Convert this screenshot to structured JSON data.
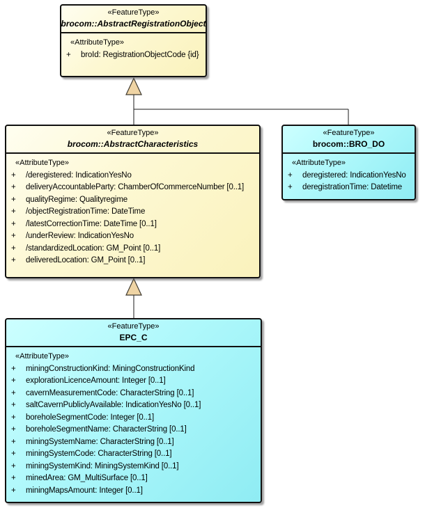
{
  "colors": {
    "yellow_fill": "#FBF5C6",
    "cyan_fill": "#A5F4F9",
    "border": "#101010",
    "arrow_fill": "#EFD4A4",
    "line": "#1A1A1A"
  },
  "classes": [
    {
      "stereotype": "«FeatureType»",
      "name": "brocom::AbstractRegistrationObject",
      "abstract": true,
      "attributes_label": "«AttributeType»",
      "attributes": [
        {
          "vis": "+",
          "text": "broId: RegistrationObjectCode {id}"
        }
      ]
    },
    {
      "stereotype": "«FeatureType»",
      "name": "brocom::AbstractCharacteristics",
      "abstract": true,
      "attributes_label": "«AttributeType»",
      "attributes": [
        {
          "vis": "+",
          "text": "/deregistered: IndicationYesNo"
        },
        {
          "vis": "+",
          "text": "deliveryAccountableParty: ChamberOfCommerceNumber [0..1]"
        },
        {
          "vis": "+",
          "text": "qualityRegime: Qualityregime"
        },
        {
          "vis": "+",
          "text": "/objectRegistrationTime: DateTime"
        },
        {
          "vis": "+",
          "text": "/latestCorrectionTime: DateTime [0..1]"
        },
        {
          "vis": "+",
          "text": "/underReview: IndicationYesNo"
        },
        {
          "vis": "+",
          "text": "/standardizedLocation: GM_Point [0..1]"
        },
        {
          "vis": "+",
          "text": "deliveredLocation: GM_Point [0..1]"
        }
      ]
    },
    {
      "stereotype": "«FeatureType»",
      "name": "brocom::BRO_DO",
      "abstract": false,
      "attributes_label": "«AttributeType»",
      "attributes": [
        {
          "vis": "+",
          "text": "deregistered: IndicationYesNo"
        },
        {
          "vis": "+",
          "text": "deregistrationTime: Datetime"
        }
      ]
    },
    {
      "stereotype": "«FeatureType»",
      "name": "EPC_C",
      "abstract": false,
      "attributes_label": "«AttributeType»",
      "attributes": [
        {
          "vis": "+",
          "text": "miningConstructionKind: MiningConstructionKind"
        },
        {
          "vis": "+",
          "text": "explorationLicenceAmount: Integer [0..1]"
        },
        {
          "vis": "+",
          "text": "cavernMeasurementCode: CharacterString [0..1]"
        },
        {
          "vis": "+",
          "text": "saltCavernPubliclyAvailable: IndicationYesNo [0..1]"
        },
        {
          "vis": "+",
          "text": "boreholeSegmentCode: Integer [0..1]"
        },
        {
          "vis": "+",
          "text": "boreholeSegmentName: CharacterString [0..1]"
        },
        {
          "vis": "+",
          "text": "miningSystemName: CharacterString [0..1]"
        },
        {
          "vis": "+",
          "text": "miningSystemCode: CharacterString [0..1]"
        },
        {
          "vis": "+",
          "text": "miningSystemKind: MiningSystemKind [0..1]"
        },
        {
          "vis": "+",
          "text": "minedArea: GM_MultiSurface [0..1]"
        },
        {
          "vis": "+",
          "text": "miningMapsAmount: Integer [0..1]"
        }
      ]
    }
  ]
}
